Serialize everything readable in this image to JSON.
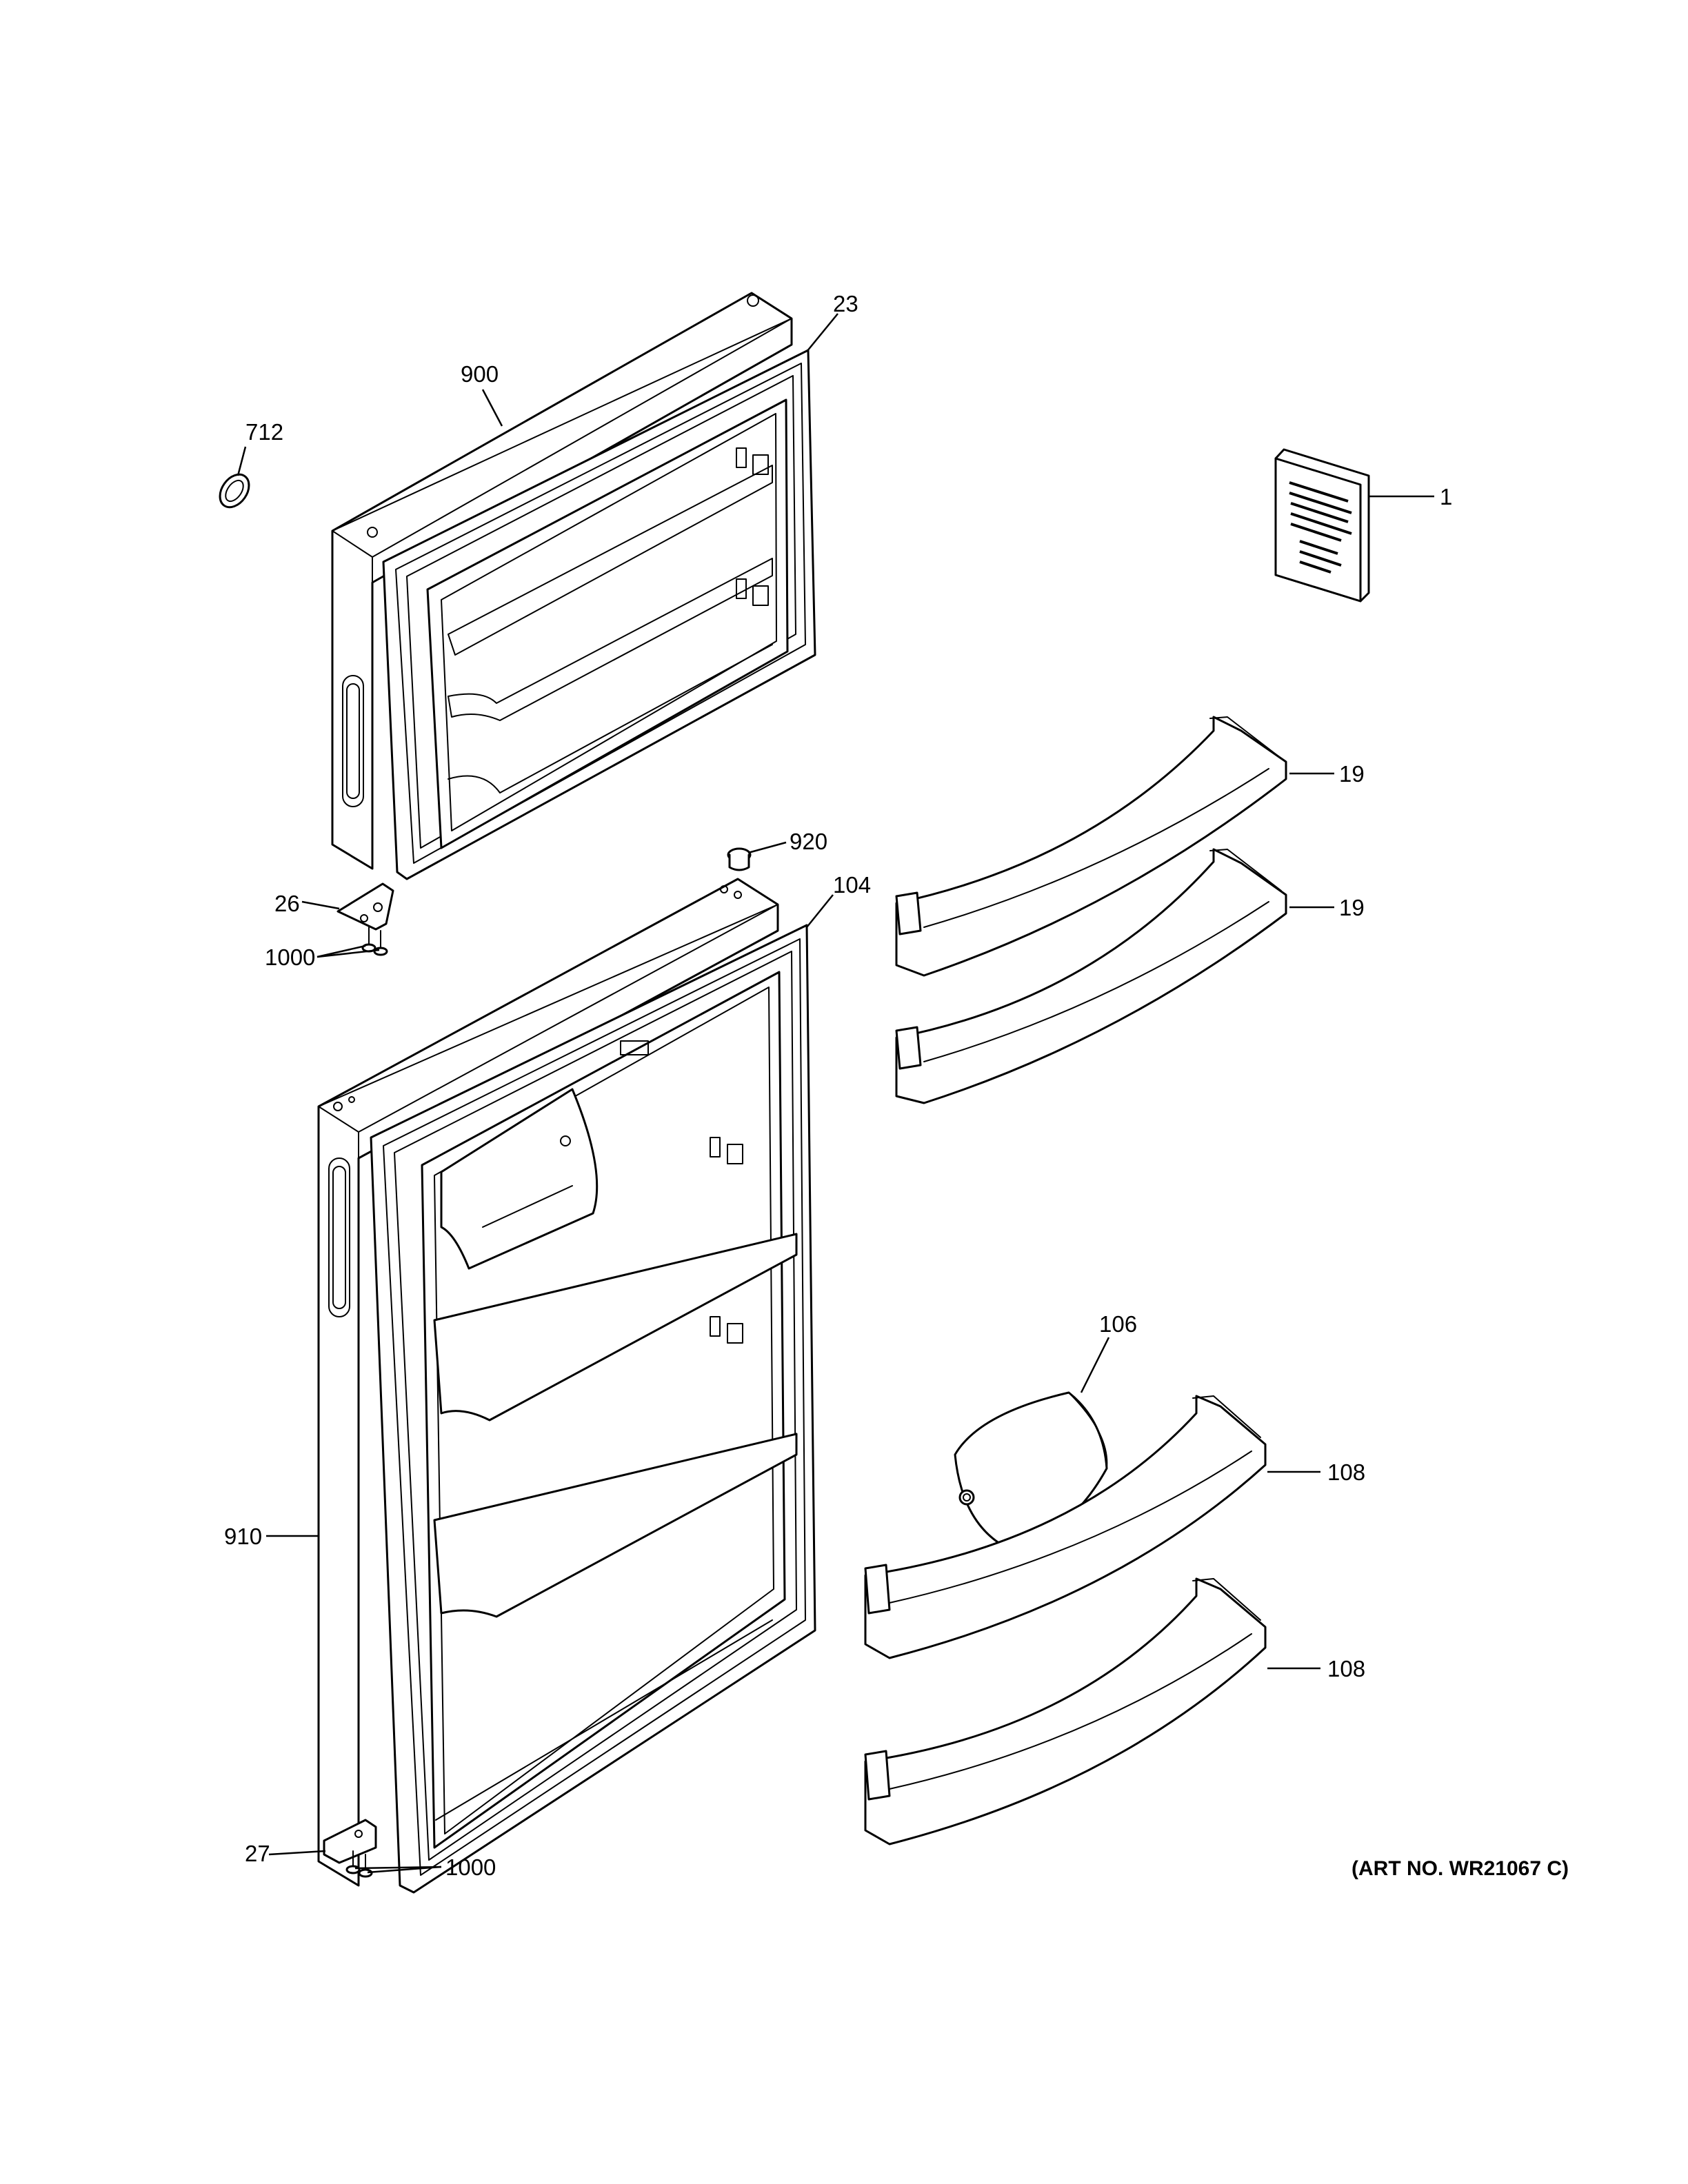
{
  "callouts": {
    "c712": "712",
    "c900": "900",
    "c23": "23",
    "c1": "1",
    "c19a": "19",
    "c19b": "19",
    "c920": "920",
    "c104": "104",
    "c26": "26",
    "c1000a": "1000",
    "c106": "106",
    "c108a": "108",
    "c108b": "108",
    "c910": "910",
    "c27": "27",
    "c1000b": "1000"
  },
  "art_number": "(ART NO. WR21067 C)",
  "colors": {
    "line": "#000000",
    "background": "#ffffff"
  }
}
